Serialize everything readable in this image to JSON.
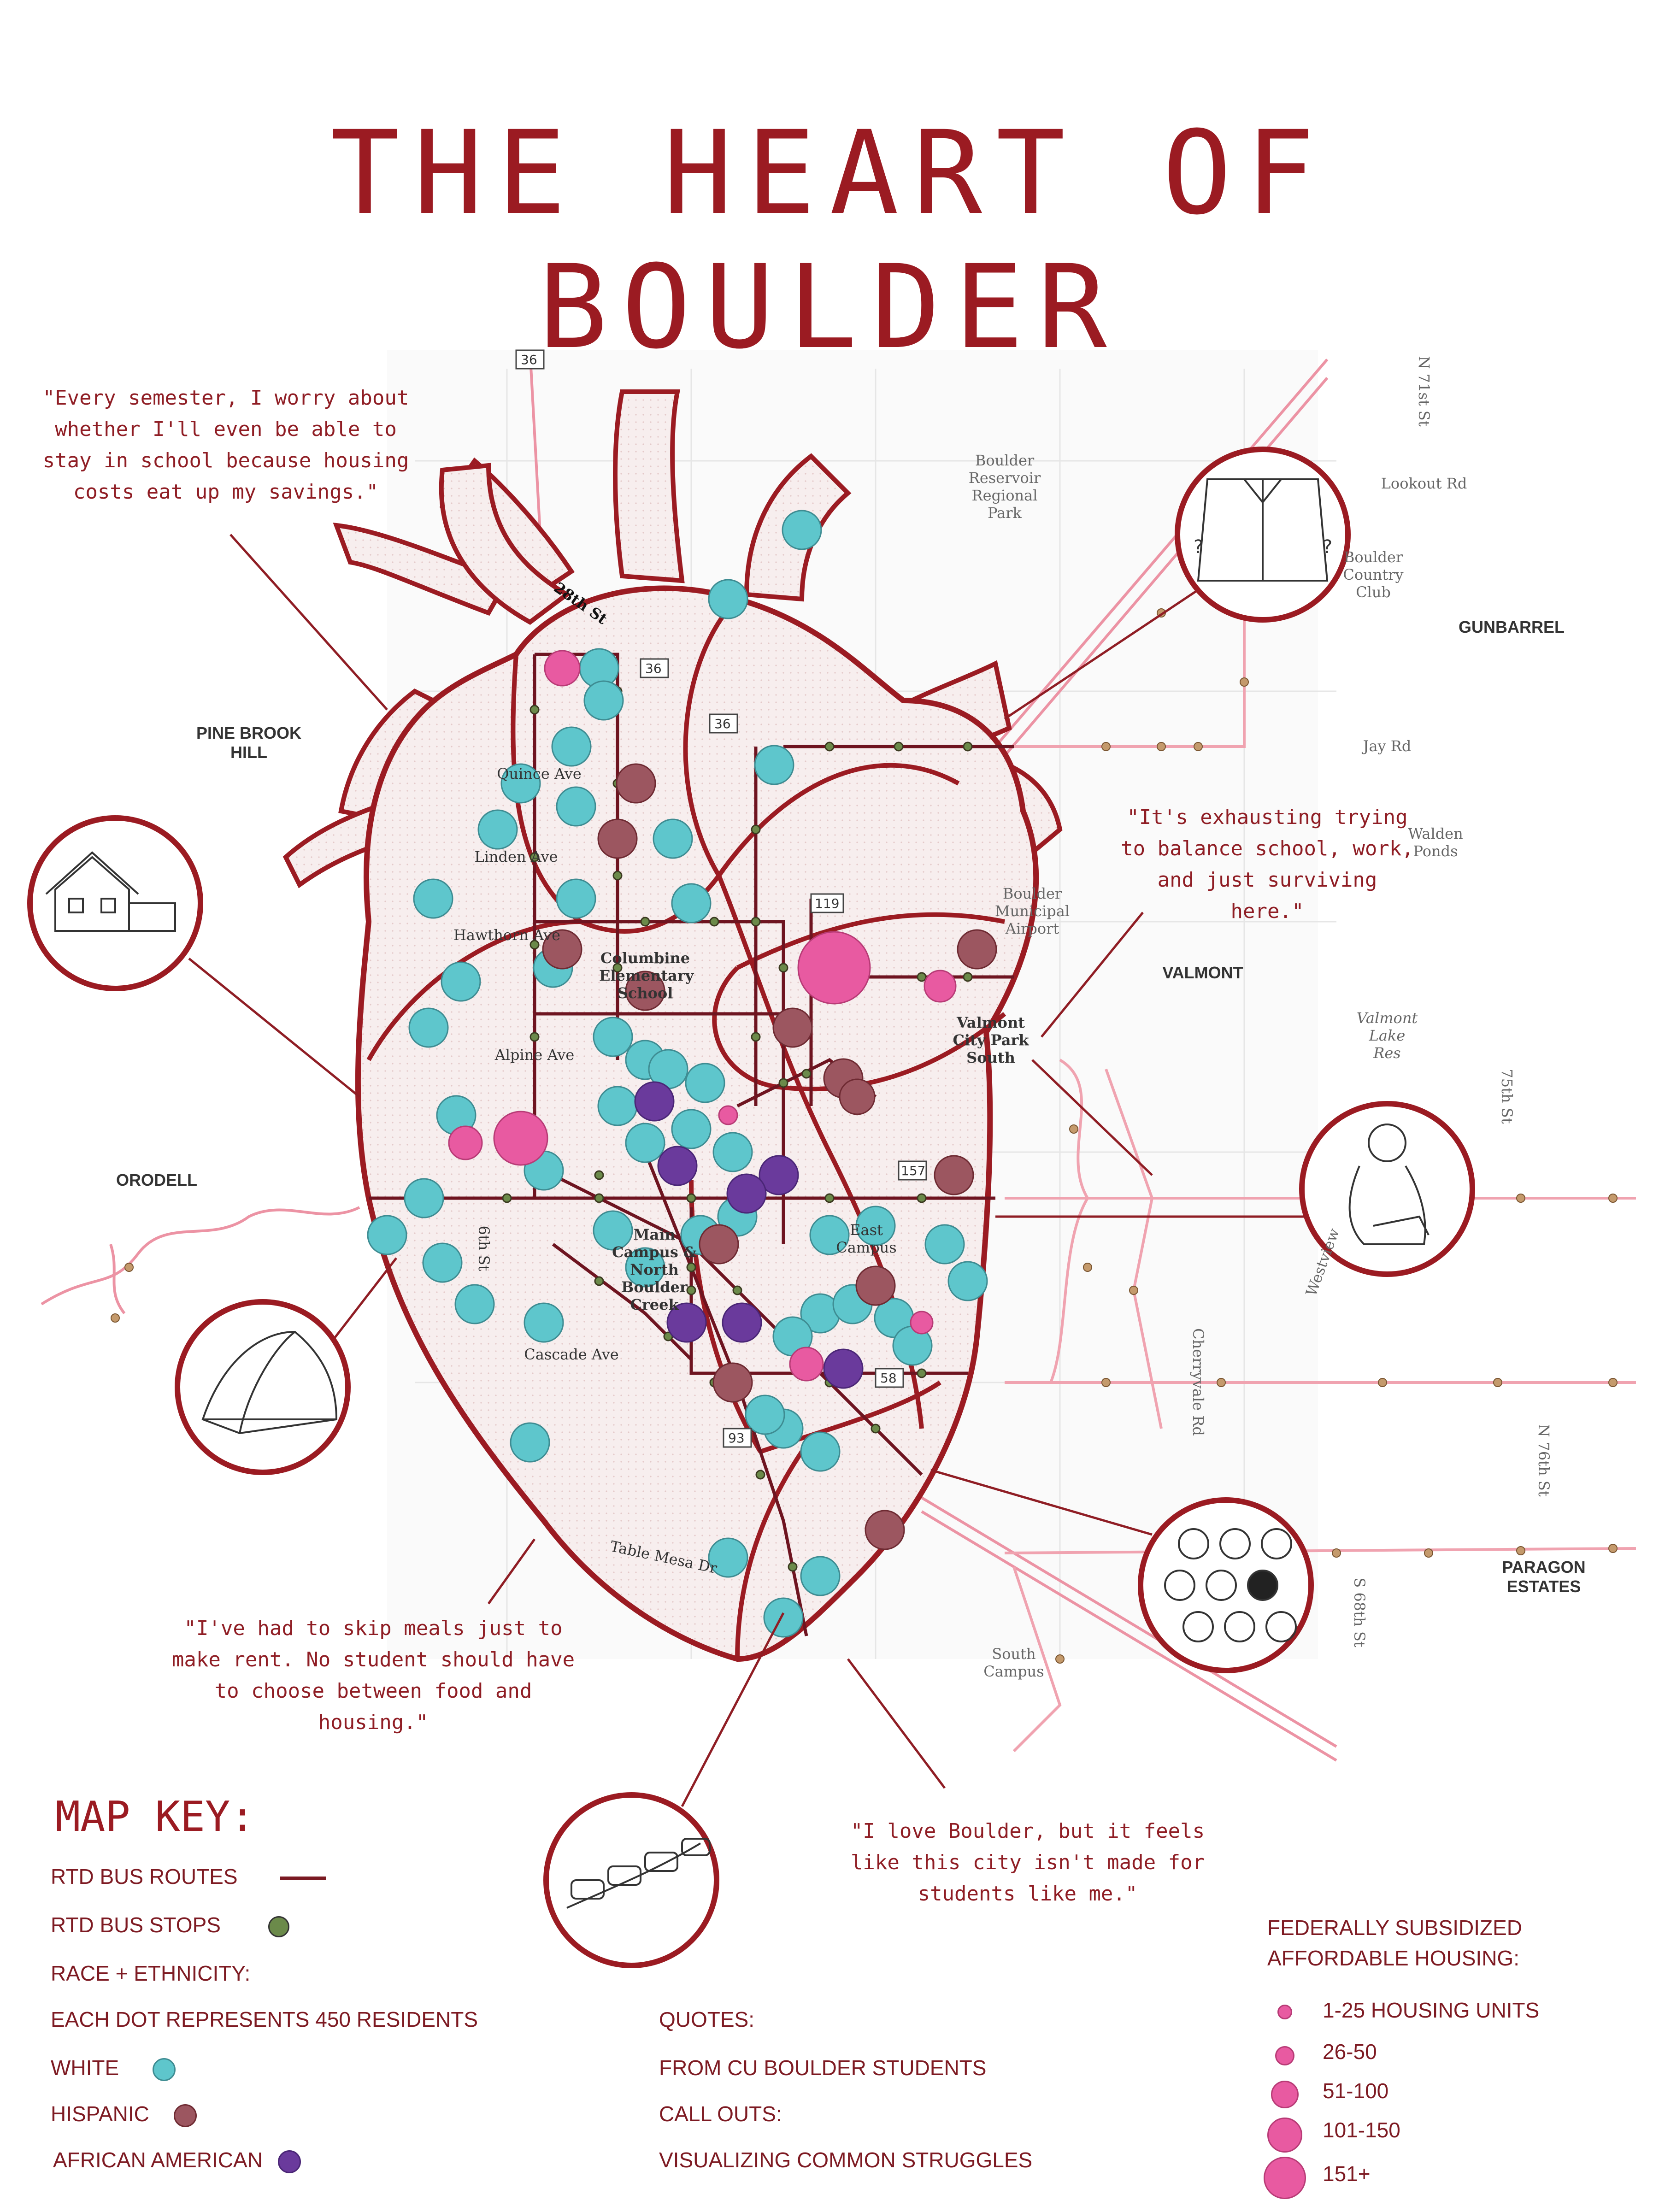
{
  "title": "THE HEART OF BOULDER",
  "quotes": [
    "\"Every semester, I worry about whether I'll even be able to stay in school because housing costs eat up my savings.\"",
    "\"It's exhausting trying to balance school, work, and just surviving here.\"",
    "\"I've had to skip meals just to make rent. No student should have to choose between food and housing.\"",
    "\"I love Boulder, but it feels like this city isn't made for students like me.\""
  ],
  "map_labels": {
    "pine_brook_hill": "PINE BROOK HILL",
    "gunbarrel": "GUNBARREL",
    "valmont": "VALMONT",
    "orodell": "ORODELL",
    "paragon_estates": "PARAGON ESTATES",
    "boulder_reservoir": "Boulder Reservoir Regional Park",
    "lookout_rd": "Lookout Rd",
    "jay_rd": "Jay Rd",
    "walden_ponds": "Walden Ponds",
    "valmont_lake": "Valmont Lake Res",
    "valmont_city_park": "Valmont City Park South",
    "south_campus": "South Campus",
    "cascade_ave": "Cascade Ave",
    "alpine_ave": "Alpine Ave",
    "hawthorn_ave": "Hawthorn Ave",
    "linden_ave": "Linden Ave",
    "quince_ave": "Quince Ave",
    "columbine": "Columbine Elementary School",
    "east_campus": "East Campus",
    "main_campus": "Main Campus & North Boulder Creek",
    "table_mesa": "Table Mesa Dr",
    "st_28": "28th St",
    "st_6": "6th St",
    "st_75": "75th St",
    "st_76": "N 76th St",
    "st_68": "S 68th St",
    "st_71": "N 71st St",
    "westview": "Westview",
    "cherryvale": "Cherryvale Rd",
    "airport": "Boulder Municipal Airport",
    "country_club": "Boulder Country Club",
    "louisville_rd": "Lookout Rd"
  },
  "key": {
    "title": "MAP KEY:",
    "bus_routes": "RTD BUS ROUTES",
    "bus_stops": "RTD BUS STOPS",
    "race_heading": "RACE + ETHNICITY:",
    "dot_note": "EACH DOT REPRESENTS 450 RESIDENTS",
    "white": "WHITE",
    "hispanic": "HISPANIC",
    "african_american": "AFRICAN AMERICAN",
    "quotes_heading": "QUOTES:",
    "quotes_desc": "FROM CU BOULDER STUDENTS",
    "callouts_heading": "CALL OUTS:",
    "callouts_desc": "VISUALIZING COMMON STRUGGLES",
    "housing_heading": "FEDERALLY SUBSIDIZED AFFORDABLE HOUSING:",
    "housing_sizes": [
      "1-25 HOUSING UNITS",
      "26-50",
      "51-100",
      "101-150",
      "151+"
    ]
  },
  "colors": {
    "heart": "#9b1b22",
    "white_dot": "#5ec6cc",
    "hispanic_dot": "#9c5660",
    "african_american_dot": "#6a3a9c",
    "housing_dot": "#e85aa1",
    "bus_route": "#6e1420",
    "bus_stop": "#6b8a4a"
  }
}
